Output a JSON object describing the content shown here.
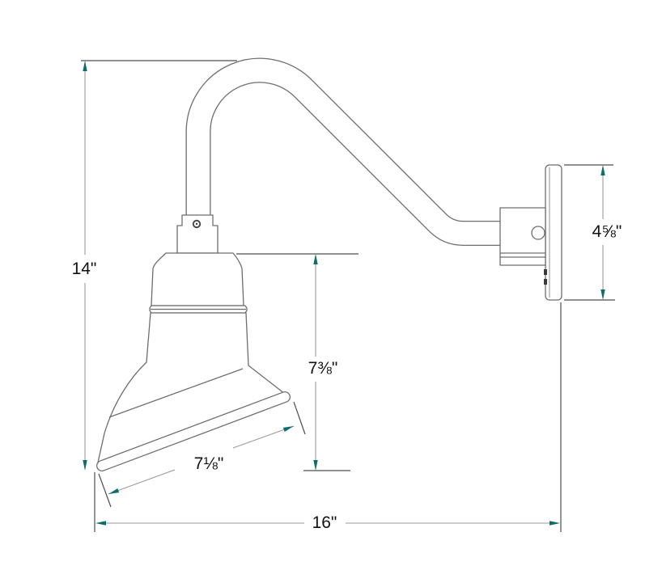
{
  "diagram": {
    "title": "gooseneck-barn-light-dimension-drawing",
    "colors": {
      "background": "#ffffff",
      "fixture_line": "#6e6e6e",
      "extension_line": "#4d4d4d",
      "dimension_line": "#9a9a9a",
      "arrow": "#0d6d6d",
      "label_text": "#111111"
    },
    "dimensions": {
      "overall_height": {
        "label": "14\""
      },
      "lamp_height": {
        "label": "7⅜\""
      },
      "backplate_height": {
        "label": "4⅝\""
      },
      "shade_width": {
        "label": "7⅛\""
      },
      "projection": {
        "label": "16\""
      }
    }
  }
}
